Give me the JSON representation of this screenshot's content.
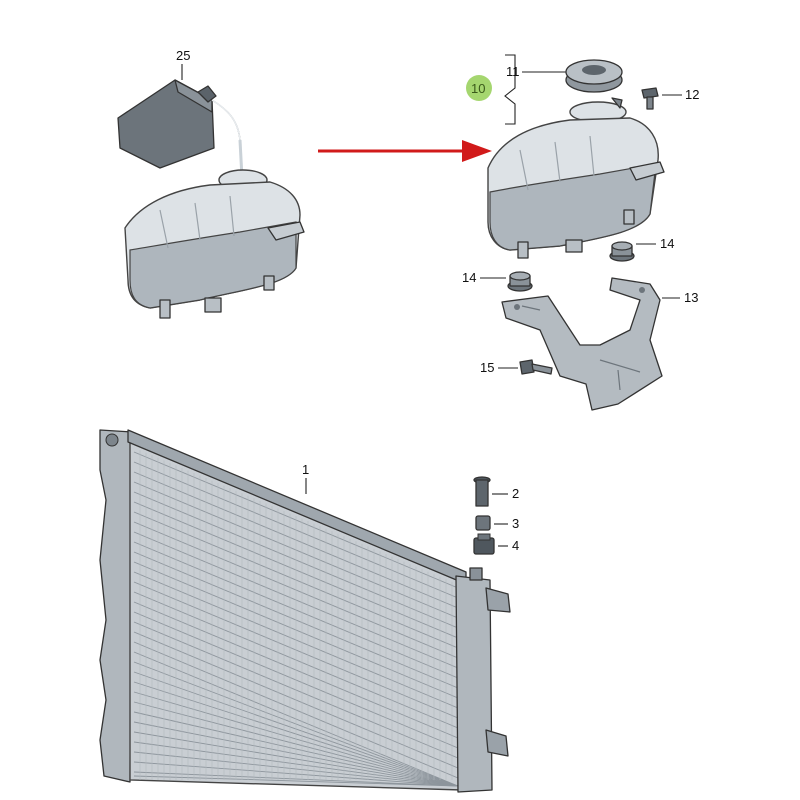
{
  "diagram": {
    "colors": {
      "arrow": "#d11a1a",
      "highlight": "#9bd15f",
      "tank": "#dde2e6",
      "radiator": "#c9ced3"
    },
    "labels": {
      "bottle": "25",
      "cap_group": "10",
      "cap": "11",
      "bolt_small": "12",
      "bracket": "13",
      "grommet_right": "14",
      "grommet_left": "14",
      "bolt": "15",
      "radiator": "1",
      "clip": "2",
      "bush_small": "3",
      "bush_large": "4"
    }
  }
}
